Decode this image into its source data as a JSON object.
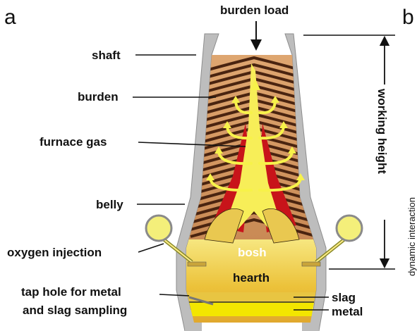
{
  "panel_letters": {
    "a": "a",
    "b": "b"
  },
  "labels": {
    "burden_load": "burden load",
    "shaft": "shaft",
    "burden": "burden",
    "furnace_gas": "furnace gas",
    "belly": "belly",
    "oxygen_injection": "oxygen injection",
    "bosh": "bosh",
    "hearth": "hearth",
    "tap_hole_line1": "tap hole for metal",
    "tap_hole_line2": "and slag sampling",
    "slag": "slag",
    "metal": "metal",
    "working_height": "working height",
    "dynamic_interaction": "dynamic interaction"
  },
  "colors": {
    "wall": "#b9b9b9",
    "burden_brown": "#5a2f14",
    "burden_tan": "#d8a06a",
    "gas_yellow": "#f7f24a",
    "red_zone": "#c81218",
    "hearth_gold": "#e8b62c",
    "hearth_light": "#f6e67a",
    "metal_yellow": "#f3e600"
  }
}
